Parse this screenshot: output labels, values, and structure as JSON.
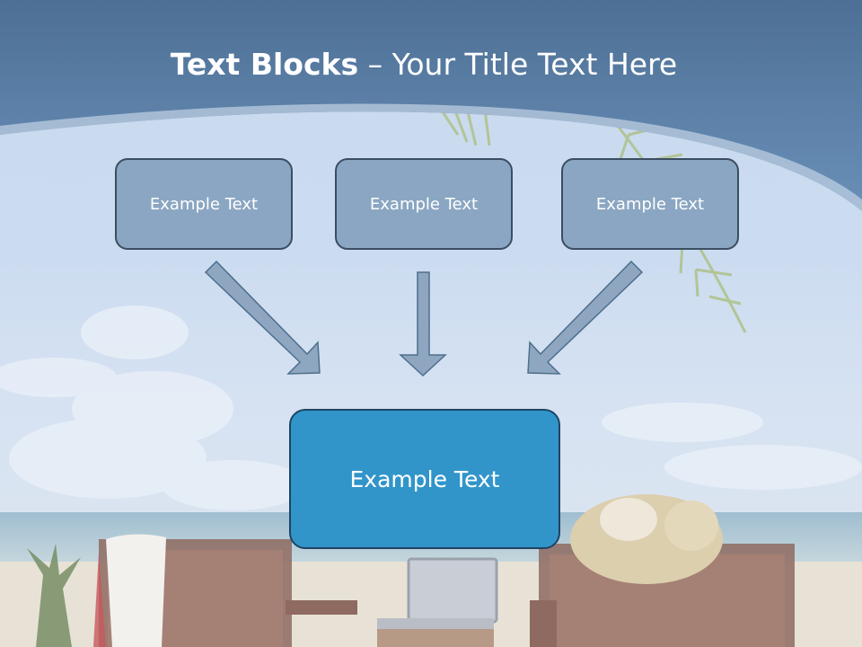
{
  "slide": {
    "title_bold": "Text Blocks",
    "title_rest": " – Your Title Text Here",
    "blocks": [
      "Example Text",
      "Example Text",
      "Example Text"
    ],
    "center_block": "Example Text"
  },
  "colors": {
    "header": "#5a7ea6",
    "block_fill": "#8aa6c2",
    "block_border": "#3a4e62",
    "center_fill": "#3195ca",
    "arrow_fill": "#8ea6c0"
  }
}
